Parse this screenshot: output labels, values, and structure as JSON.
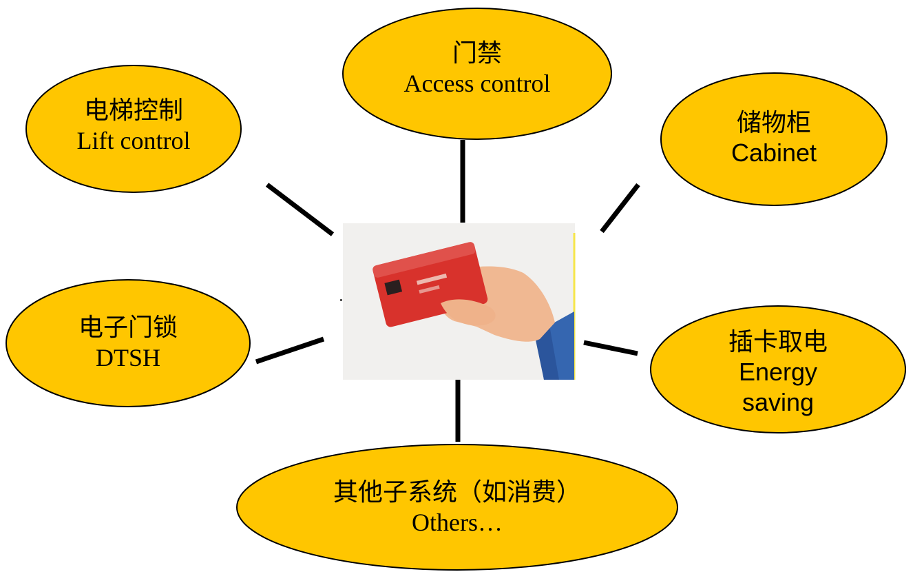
{
  "colors": {
    "node_fill": "#FFC600",
    "node_stroke": "#000000",
    "connector": "#000000",
    "photo_background": "#F1F0EE",
    "card": "#D8322C",
    "sleeve": "#3566B0",
    "hand": "#F0B892"
  },
  "center": {
    "icon": "hand-holding-card-icon"
  },
  "nodes": {
    "access": {
      "cn": "门禁",
      "en": "Access control"
    },
    "lift": {
      "cn": "电梯控制",
      "en": "Lift control"
    },
    "cabinet": {
      "cn": "储物柜",
      "en": "Cabinet"
    },
    "lock": {
      "cn": "电子门锁",
      "en": "DTSH"
    },
    "energy": {
      "cn": "插卡取电",
      "en1": "Energy",
      "en2": "saving"
    },
    "others": {
      "cn": "其他子系统（如消费）",
      "en": "Others…"
    }
  }
}
